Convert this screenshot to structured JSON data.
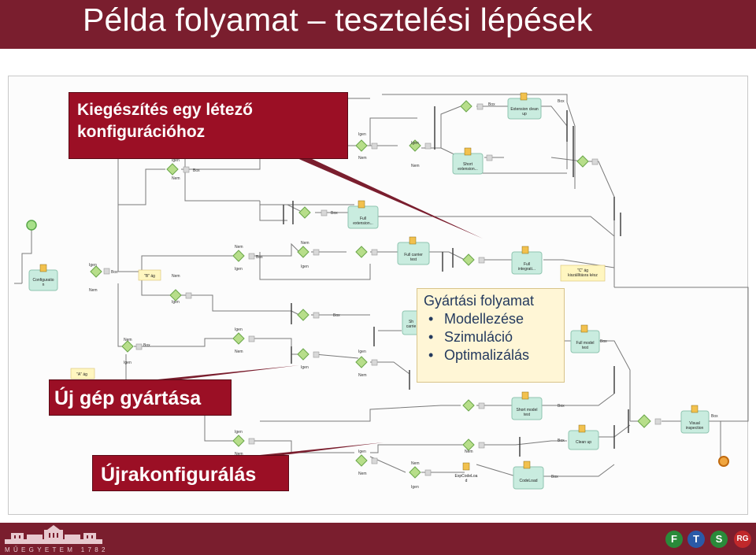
{
  "title": "Példa folyamat – tesztelési lépések",
  "callouts": {
    "extension": "Kiegészítés egy létező\nkonfigurációhoz",
    "new_machine": "Új gép gyártása",
    "reconfig": "Újrakonfigurálás"
  },
  "note": {
    "title": "Gyártási folyamat",
    "items": [
      "Modellezése",
      "Szimuláció",
      "Optimalizálás"
    ]
  },
  "tasks": {
    "configuration": "Configuratio\nn",
    "extension_clean_up": "Extension clean\nup",
    "short_extension": "Short\nextension...",
    "full_extension": "Full\nextension...",
    "full_carrier_test": "Full carrier\ntest",
    "full_integration": "Full\nintegrati...",
    "short_carrier": "Sh\ncarrie",
    "full_model_test": "Full model\ntest",
    "short_model_test": "Short model\ntest",
    "visual_inspection": "Visual\ninspection",
    "clean_up": "Clean up",
    "codeload": "CodeLoad",
    "expcodeload": "ExpCodeLoa\nd"
  },
  "annotations": {
    "b_ag": "\"B\" ág",
    "a_ag": "\"A\" ág",
    "c_ag": "\"C\" ág\nkiszállításra kész"
  },
  "edge_labels": {
    "yes": "Igen",
    "no": "Nem",
    "box": "Box"
  },
  "footer": {
    "university": "MŰEGYETEM 1782",
    "logo_letters": [
      "F",
      "T",
      "S",
      "RG"
    ]
  },
  "colors": {
    "title_bg": "#7a1e2e",
    "callout_bg": "#9b0f25",
    "task_fill": "#c9ecdf",
    "gateway_fill": "#b7de8a",
    "note_text": "#243a5e"
  }
}
